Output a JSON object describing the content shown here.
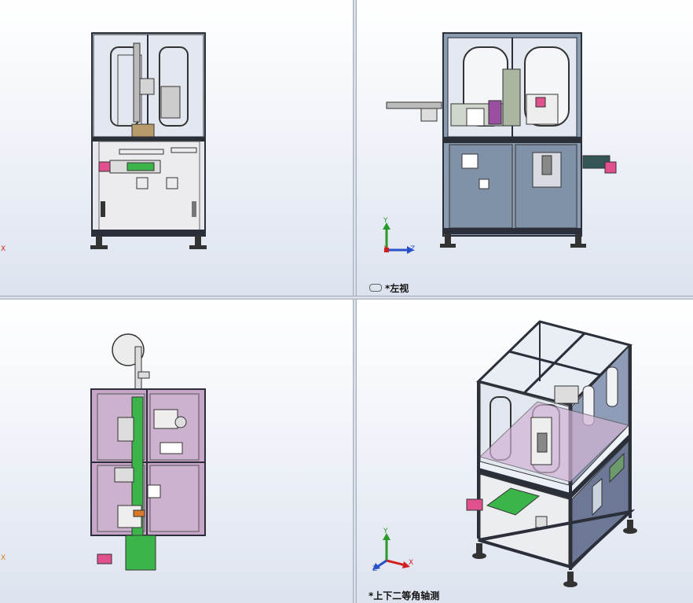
{
  "viewports": {
    "left": {
      "label": "*左视"
    },
    "iso": {
      "label": "*上下二等角轴测"
    }
  },
  "axes": {
    "x": "X",
    "y": "Y",
    "z": "Z"
  },
  "colors": {
    "frame": "#2b2f3a",
    "glass": "#e6eaf2",
    "panel_blue": "#7e90a6",
    "panel_gray": "#e9eaec",
    "purple": "#c7a6c9",
    "green": "#3bb44a",
    "pink": "#e0508c"
  }
}
